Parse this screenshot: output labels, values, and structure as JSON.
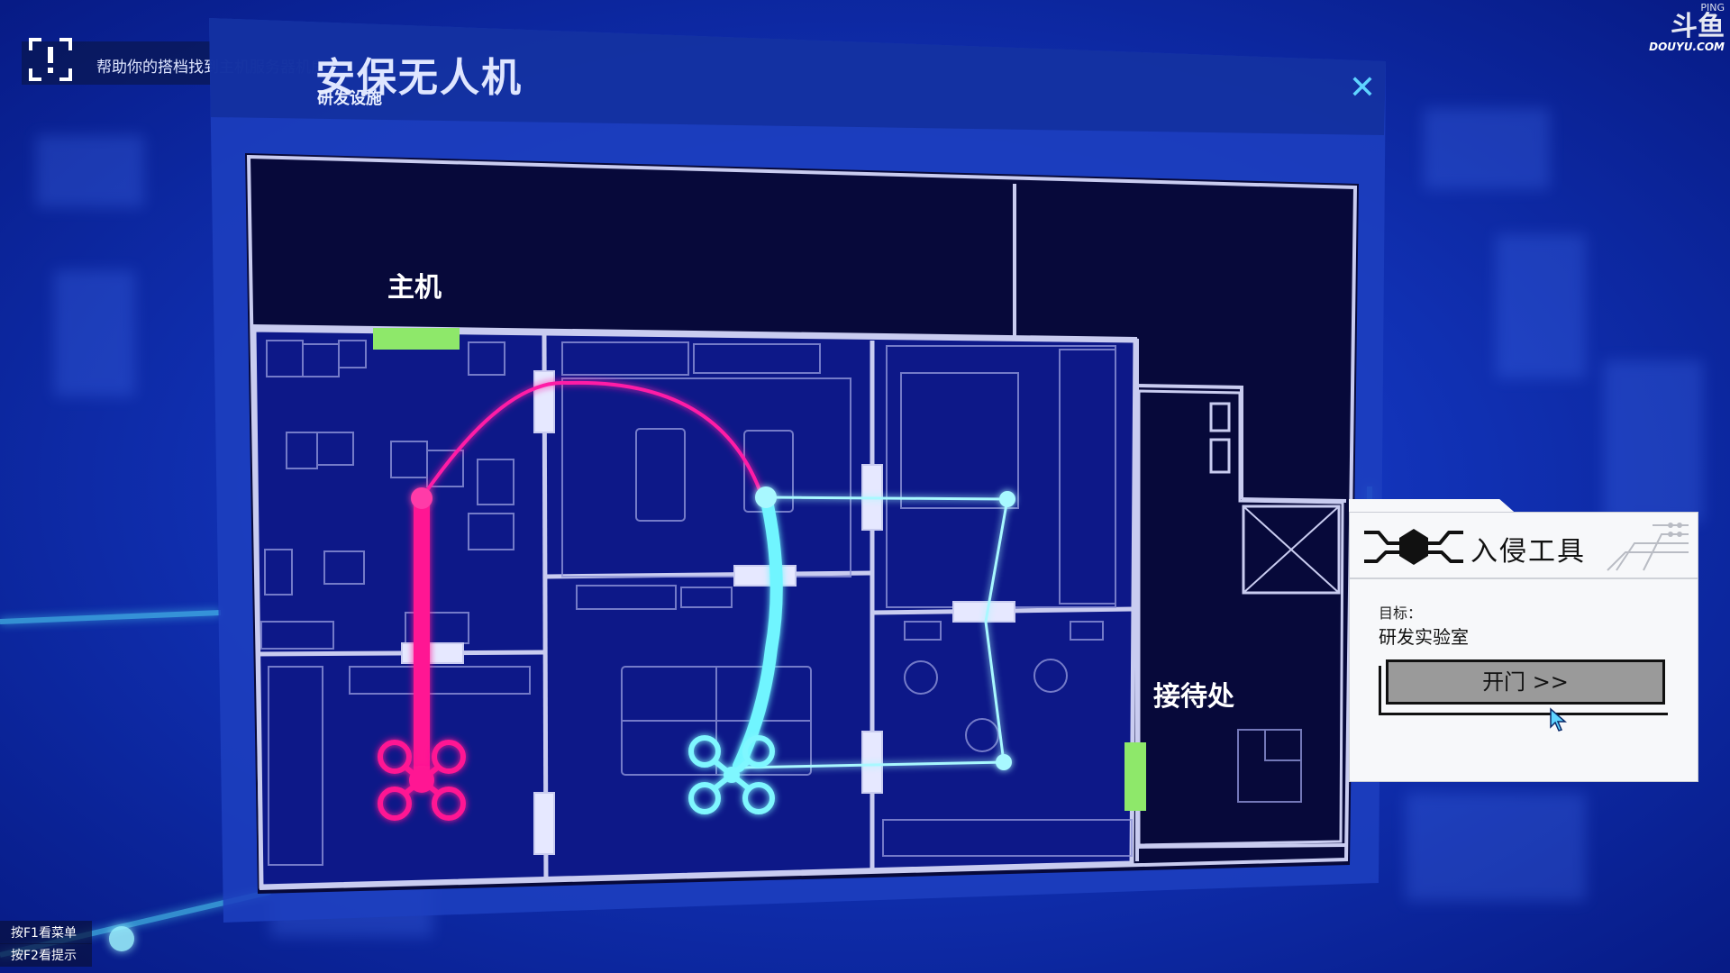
{
  "hud": {
    "objective_text": "帮助你的搭档找到主机服务器机房",
    "hint_menu": "按F1看菜单",
    "hint_tips": "按F2看提示"
  },
  "watermark": {
    "top": "PING",
    "logo": "斗鱼",
    "url": "DOUYU.COM"
  },
  "window": {
    "title": "安保无人机",
    "subtitle": "研发设施"
  },
  "map": {
    "label_host": "主机",
    "label_reception": "接待处"
  },
  "panel": {
    "title": "入侵工具",
    "target_label": "目标：",
    "target_value": "研发实验室",
    "open_button": "开门 >>"
  },
  "colors": {
    "background": "#0b2bb0",
    "map_floor": "#0a0c3a",
    "wall": "#c9ccf0",
    "drone_magenta": "#ff1493",
    "drone_cyan": "#6ff5ff",
    "door_open": "#8ee86a",
    "close_icon": "#5fd4ff"
  }
}
